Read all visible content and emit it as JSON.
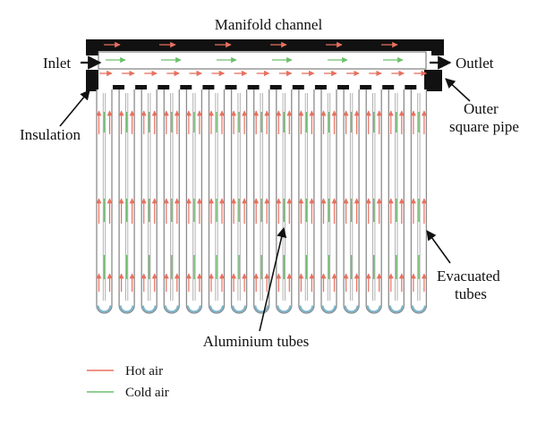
{
  "labels": {
    "manifold_channel": "Manifold channel",
    "inlet": "Inlet",
    "outlet": "Outlet",
    "insulation": "Insulation",
    "outer_square_pipe_line1": "Outer",
    "outer_square_pipe_line2": "square pipe",
    "evacuated_tubes_line1": "Evacuated",
    "evacuated_tubes_line2": "tubes",
    "aluminium_tubes": "Aluminium tubes"
  },
  "legend": [
    {
      "key": "hot",
      "label": "Hot air",
      "color": "#e8705f"
    },
    {
      "key": "cold",
      "label": "Cold air",
      "color": "#6cbf6c"
    }
  ],
  "colors": {
    "insulation": "#111111",
    "tube_outline": "#8c8c8c",
    "tube_bottom": "#7fb3c8",
    "hot_air": "#e8705f",
    "cold_air": "#6cbf6c"
  },
  "tube_count": 15
}
